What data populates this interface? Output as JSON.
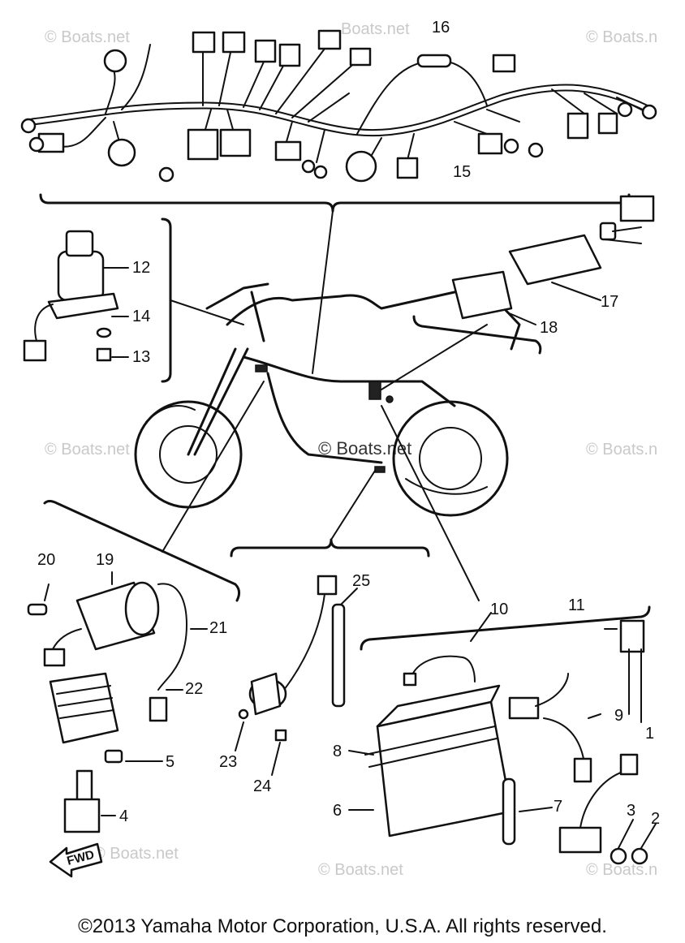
{
  "watermarks": {
    "top_left": "© Boats.net",
    "top_center": "Boats.net",
    "top_right": "© Boats.n",
    "mid_left": "© Boats.net",
    "center": "© Boats.net",
    "mid_right": "© Boats.n",
    "bottom_left": "© Boats.net",
    "bottom_center": "© Boats.net",
    "bottom_right": "© Boats.n"
  },
  "fwd_arrow": "FWD",
  "callouts": [
    "1",
    "2",
    "3",
    "4",
    "5",
    "6",
    "7",
    "8",
    "9",
    "10",
    "11",
    "12",
    "13",
    "14",
    "15",
    "16",
    "17",
    "18",
    "19",
    "20",
    "21",
    "22",
    "23",
    "24",
    "25"
  ],
  "copyright": "©2013 Yamaha Motor Corporation, U.S.A. All rights reserved."
}
